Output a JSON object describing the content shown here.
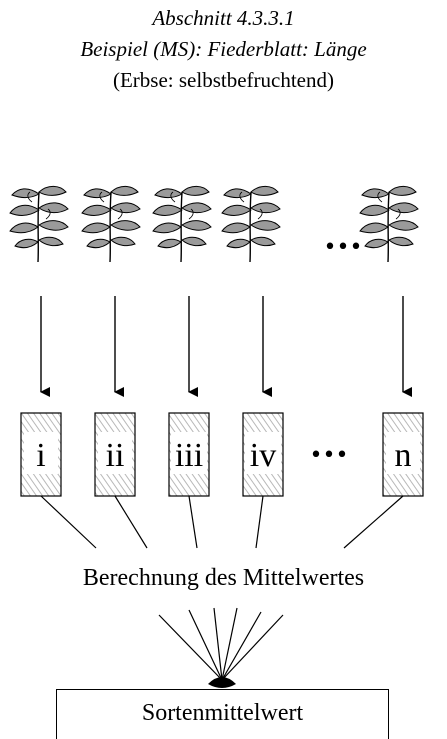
{
  "header": {
    "section": "Abschnitt 4.3.3.1",
    "example": "Beispiel (MS): Fiederblatt: Länge",
    "subtitle": "(Erbse: selbstbefruchtend)"
  },
  "plants": {
    "ellipsis": "•••"
  },
  "samples": {
    "labels": [
      "i",
      "ii",
      "iii",
      "iv",
      "n"
    ],
    "ellipsis": "•••"
  },
  "calculation": {
    "label": "Berechnung des Mittelwertes"
  },
  "result": {
    "label": "Sortenmittelwert"
  },
  "colors": {
    "leaf": "#9a9a9a",
    "hatch": "#bdbdbd",
    "line": "#000000"
  }
}
